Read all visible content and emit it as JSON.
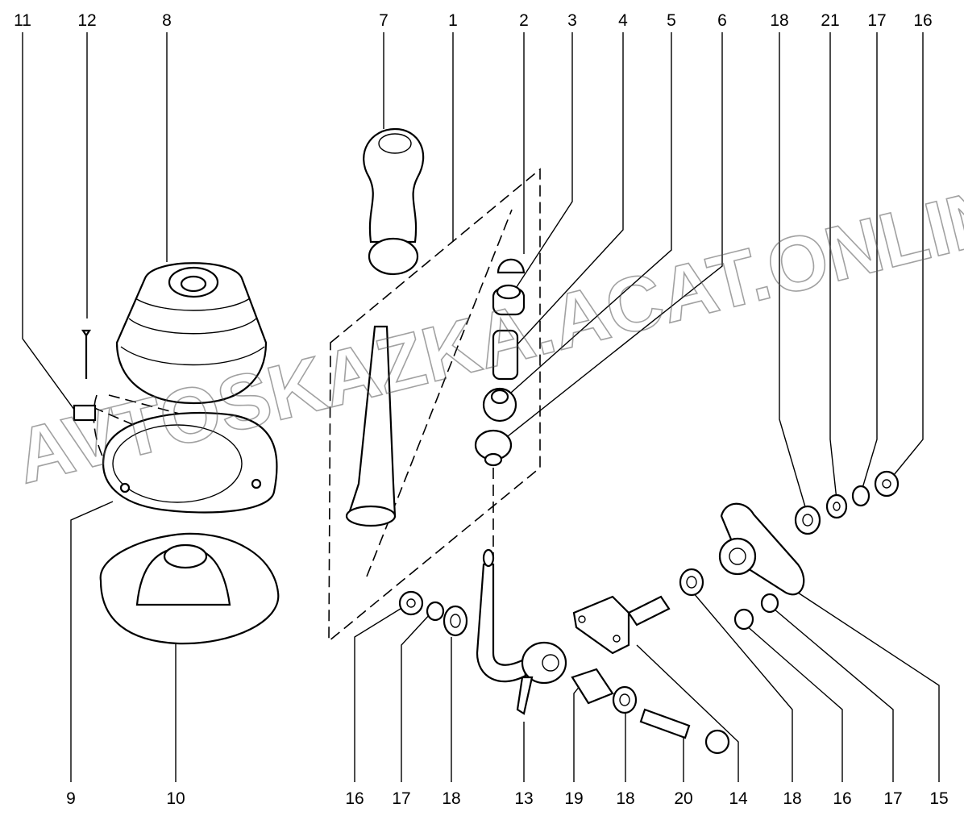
{
  "diagram": {
    "watermark": "AVTOSKAZKA.ACAT.ONLINE",
    "top_labels": [
      "11",
      "12",
      "8",
      "7",
      "1",
      "2",
      "3",
      "4",
      "5",
      "6",
      "18",
      "21",
      "17",
      "16"
    ],
    "bottom_labels": [
      "9",
      "10",
      "16",
      "17",
      "18",
      "13",
      "19",
      "18",
      "20",
      "14",
      "18",
      "16",
      "17",
      "15"
    ]
  }
}
